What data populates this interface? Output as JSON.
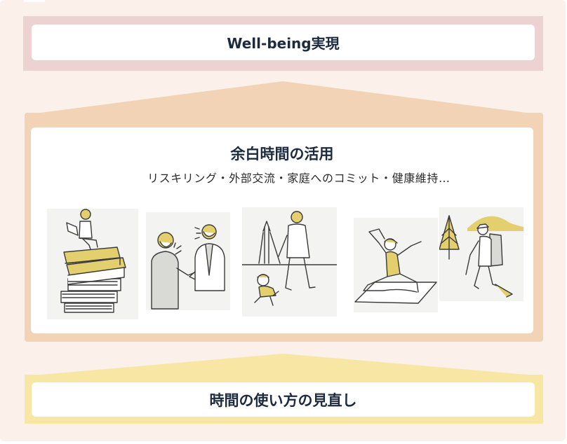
{
  "diagram": {
    "top_label": "Well-being実現",
    "middle": {
      "title": "余白時間の活用",
      "description": "リスキリング・外部交流・家庭へのコミット・健康維持…"
    },
    "bottom_label": "時間の使い方の見直し"
  },
  "illustrations": [
    {
      "icon": "person-reading-on-books-icon"
    },
    {
      "icon": "people-talking-icon"
    },
    {
      "icon": "parent-child-at-park-icon"
    },
    {
      "icon": "woman-yoga-icon"
    },
    {
      "icon": "hiker-icon"
    }
  ],
  "colors": {
    "background": "#fbf0ea",
    "top_band": "#ecd3d1",
    "middle_band": "#f3d3b5",
    "bottom_band": "#f8e7a4",
    "text": "#1c2a3e",
    "illustration_accent": "#e3cf6e"
  }
}
